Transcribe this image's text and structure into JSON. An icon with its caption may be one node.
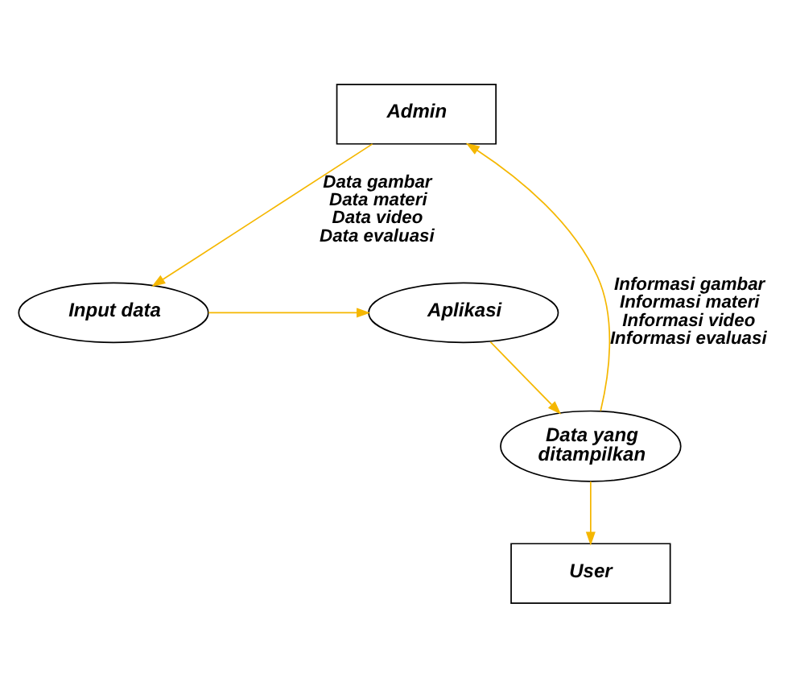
{
  "diagram": {
    "nodes": [
      {
        "text": [
          "Admin"
        ]
      },
      {
        "text": [
          "Input data"
        ]
      },
      {
        "text": [
          "Aplikasi"
        ]
      },
      {
        "text": [
          "Data yang ditampilkan"
        ]
      },
      {
        "text": [
          "User"
        ]
      }
    ],
    "edges": [
      {
        "from": 0,
        "to": 1,
        "arrow": "to",
        "label": "Data gambar Data materi Data video Data evaluasi"
      },
      {
        "from": 1,
        "to": 2,
        "arrow": "to"
      },
      {
        "from": 2,
        "to": 3,
        "arrow": "to"
      },
      {
        "from": 3,
        "to": 0,
        "arrow": "to",
        "label": "Informasi gambar Informasi materi Informasi video Informasi evaluasi"
      },
      {
        "from": 3,
        "to": 4,
        "arrow": "to"
      }
    ]
  }
}
